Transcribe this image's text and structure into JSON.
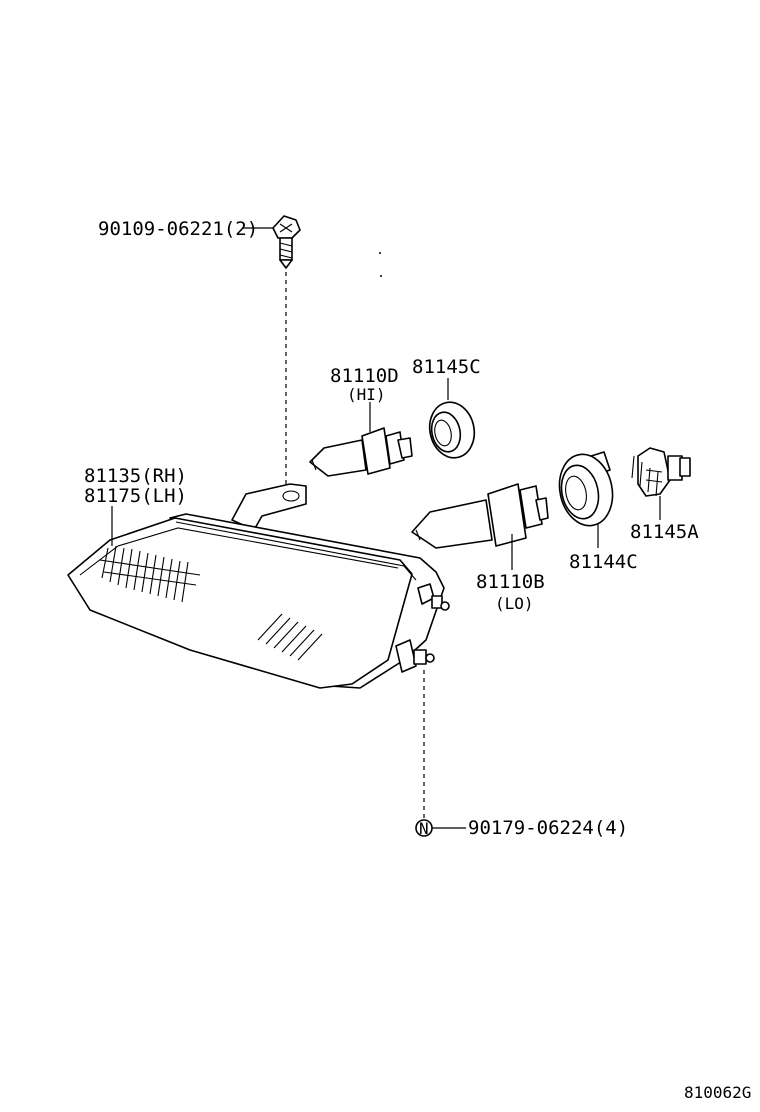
{
  "labels": {
    "screw": "90109-06221(2)",
    "bulb_hi_part": "81110D",
    "bulb_hi_note": "(HI)",
    "cover_hi": "81145C",
    "headlamp_rh": "81135(RH)",
    "headlamp_lh": "81175(LH)",
    "bulb_lo_part": "81110B",
    "bulb_lo_note": "(LO)",
    "cover_lo": "81144C",
    "socket": "81145A",
    "nut_symbol": "N",
    "nut": "90179-06224(4)",
    "figure_code": "810062G"
  }
}
